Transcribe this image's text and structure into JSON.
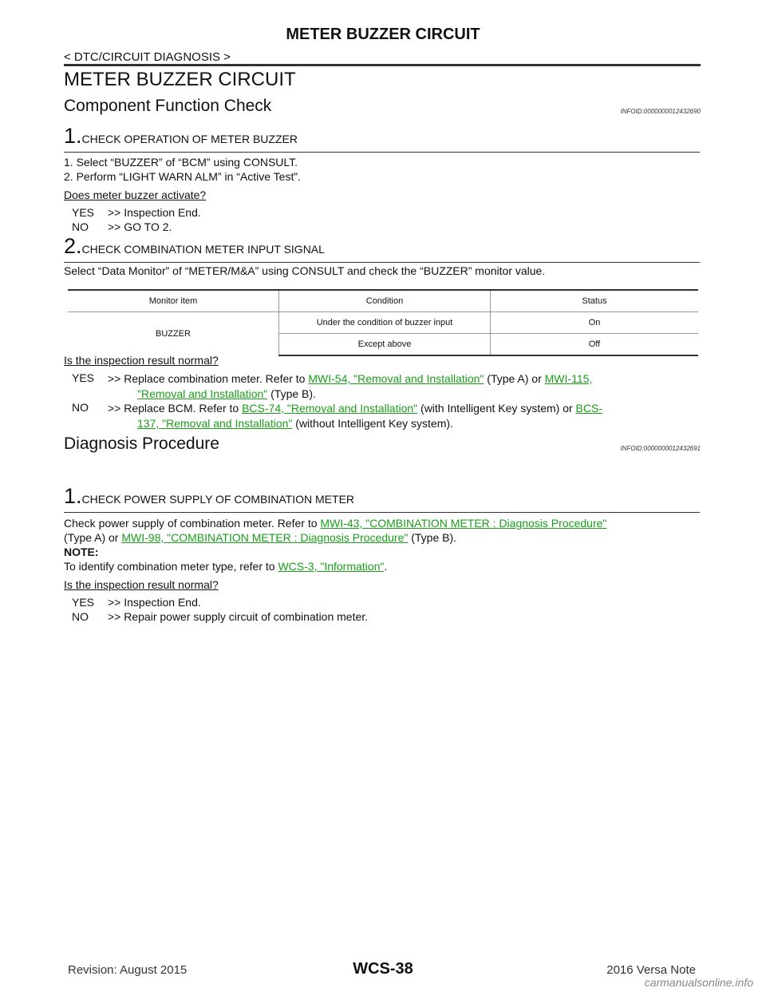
{
  "header": {
    "title": "METER BUZZER CIRCUIT",
    "breadcrumb": "< DTC/CIRCUIT DIAGNOSIS >"
  },
  "section": {
    "title": "METER BUZZER CIRCUIT"
  },
  "component_check": {
    "title": "Component Function Check",
    "infoid": "INFOID:0000000012432690",
    "step1": {
      "num": "1.",
      "title": "CHECK OPERATION OF METER BUZZER",
      "line1": "1. Select “BUZZER” of “BCM” using CONSULT.",
      "line2": "2. Perform “LIGHT WARN ALM” in “Active Test”.",
      "question": "Does meter buzzer activate?",
      "yes_key": "YES",
      "yes_text": ">> Inspection End.",
      "no_key": "NO",
      "no_text": ">> GO TO 2."
    },
    "step2": {
      "num": "2.",
      "title": "CHECK COMBINATION METER INPUT SIGNAL",
      "line1": "Select “Data Monitor” of “METER/M&A” using CONSULT and check the “BUZZER” monitor value.",
      "table": {
        "headers": [
          "Monitor item",
          "Condition",
          "Status"
        ],
        "item": "BUZZER",
        "rows": [
          {
            "condition": "Under the condition of buzzer input",
            "status": "On"
          },
          {
            "condition": "Except above",
            "status": "Off"
          }
        ]
      },
      "question": "Is the inspection result normal?",
      "yes_key": "YES",
      "yes_pre": ">> Replace combination meter. Refer to ",
      "yes_link1": "MWI-54, \"Removal and Installation\"",
      "yes_mid": " (Type A) or ",
      "yes_link2a": "MWI-115,",
      "yes_link2b": "\"Removal and Installation\"",
      "yes_post": " (Type B).",
      "no_key": "NO",
      "no_pre": ">> Replace BCM. Refer to ",
      "no_link1": "BCS-74, \"Removal and Installation\"",
      "no_mid": " (with Intelligent Key system) or ",
      "no_link2a": "BCS-",
      "no_link2b": "137, \"Removal and Installation\"",
      "no_post": " (without Intelligent Key system)."
    }
  },
  "diagnosis": {
    "title": "Diagnosis  Procedure",
    "infoid": "INFOID:0000000012432691",
    "step1": {
      "num": "1.",
      "title": "CHECK POWER SUPPLY OF COMBINATION METER",
      "line1_pre": "Check power supply of combination meter. Refer to ",
      "line1_link": "MWI-43, \"COMBINATION METER : Diagnosis Procedure\"",
      "line2_pre": "(Type A) or ",
      "line2_link": "MWI-98, \"COMBINATION METER : Diagnosis Procedure\"",
      "line2_post": " (Type B).",
      "note_label": "NOTE:",
      "note_pre": "To identify combination meter type, refer to ",
      "note_link": "WCS-3, \"Information\"",
      "note_post": ".",
      "question": "Is the inspection result normal?",
      "yes_key": "YES",
      "yes_text": ">> Inspection End.",
      "no_key": "NO",
      "no_text": ">> Repair power supply circuit of combination meter."
    }
  },
  "footer": {
    "revision": "Revision: August 2015",
    "page": "WCS-38",
    "model": "2016 Versa Note",
    "watermark": "carmanualsonline.info"
  }
}
